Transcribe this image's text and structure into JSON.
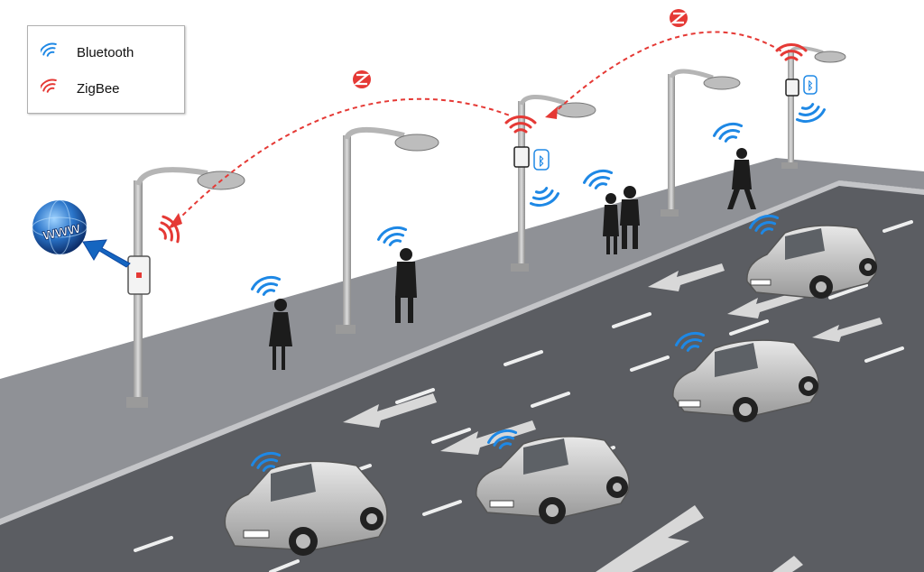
{
  "legend": {
    "items": [
      {
        "label": "Bluetooth",
        "color": "#1e88e5",
        "icon": "wifi-waves-icon"
      },
      {
        "label": "ZigBee",
        "color": "#e53935",
        "icon": "wifi-waves-icon"
      }
    ]
  },
  "internet": {
    "label": "www",
    "icon": "globe-icon"
  },
  "colors": {
    "bluetooth": "#1e88e5",
    "zigbee": "#e53935",
    "road": "#585a5e",
    "sidewalk": "#8e9095",
    "arrow": "#1565c0"
  }
}
